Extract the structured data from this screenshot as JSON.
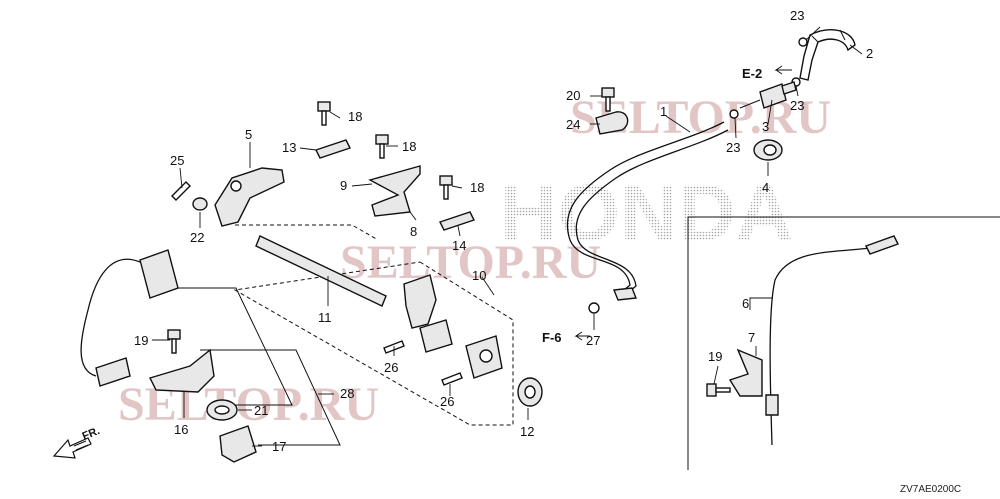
{
  "callouts": {
    "p1": "1",
    "p2": "2",
    "p3": "3",
    "p4": "4",
    "p5": "5",
    "p6": "6",
    "p7": "7",
    "p8": "8",
    "p9": "9",
    "p10": "10",
    "p11": "11",
    "p12": "12",
    "p13": "13",
    "p14": "14",
    "p16": "16",
    "p17": "17",
    "p18a": "18",
    "p18b": "18",
    "p18c": "18",
    "p19a": "19",
    "p19b": "19",
    "p20": "20",
    "p21": "21",
    "p22": "22",
    "p23a": "23",
    "p23b": "23",
    "p23c": "23",
    "p24": "24",
    "p25": "25",
    "p26a": "26",
    "p26b": "26",
    "p27": "27",
    "p28": "28"
  },
  "refs": {
    "e2": "E-2",
    "f6": "F-6"
  },
  "direction": {
    "fr": "FR."
  },
  "diagram_code": "ZV7AE0200C",
  "watermarks": {
    "seltop_a": "SELTOP.RU",
    "seltop_b": "SELTOP.RU",
    "seltop_c": "SELTOP.RU",
    "brand": "HONDA"
  },
  "colors": {
    "ink": "#111111",
    "watermark_red": "#d9b3b3",
    "watermark_dots": "#b9b9b9"
  }
}
